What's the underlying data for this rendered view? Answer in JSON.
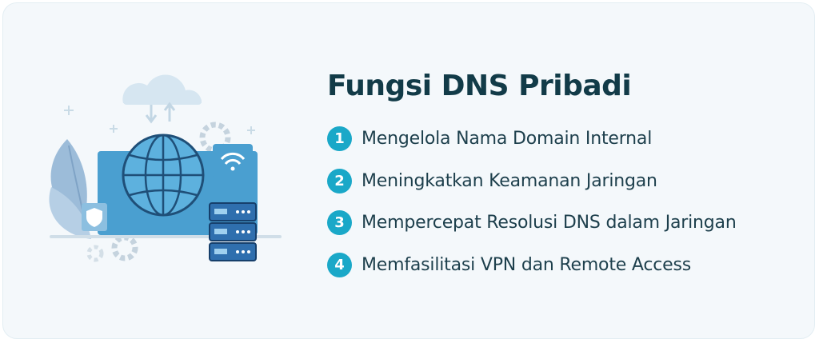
{
  "panel": {
    "title": "Fungsi DNS Pribadi",
    "items": [
      {
        "number": "1",
        "text": "Mengelola Nama Domain Internal"
      },
      {
        "number": "2",
        "text": "Meningkatkan Keamanan Jaringan"
      },
      {
        "number": "3",
        "text": "Mempercepat Resolusi DNS dalam Jaringan"
      },
      {
        "number": "4",
        "text": "Memfasilitasi VPN dan Remote Access"
      }
    ]
  },
  "illustration": {
    "icons": [
      "cloud-icon",
      "globe-icon",
      "monitor-icon",
      "wifi-icon",
      "shield-icon",
      "server-icon",
      "gear-icon",
      "leaf-icon"
    ]
  },
  "colors": {
    "accent": "#1aa8c8",
    "title": "#123b48",
    "text": "#1d3f4c",
    "card_background": "#f4f8fb",
    "monitor": "#4a9fd0",
    "server": "#2f6fae"
  }
}
